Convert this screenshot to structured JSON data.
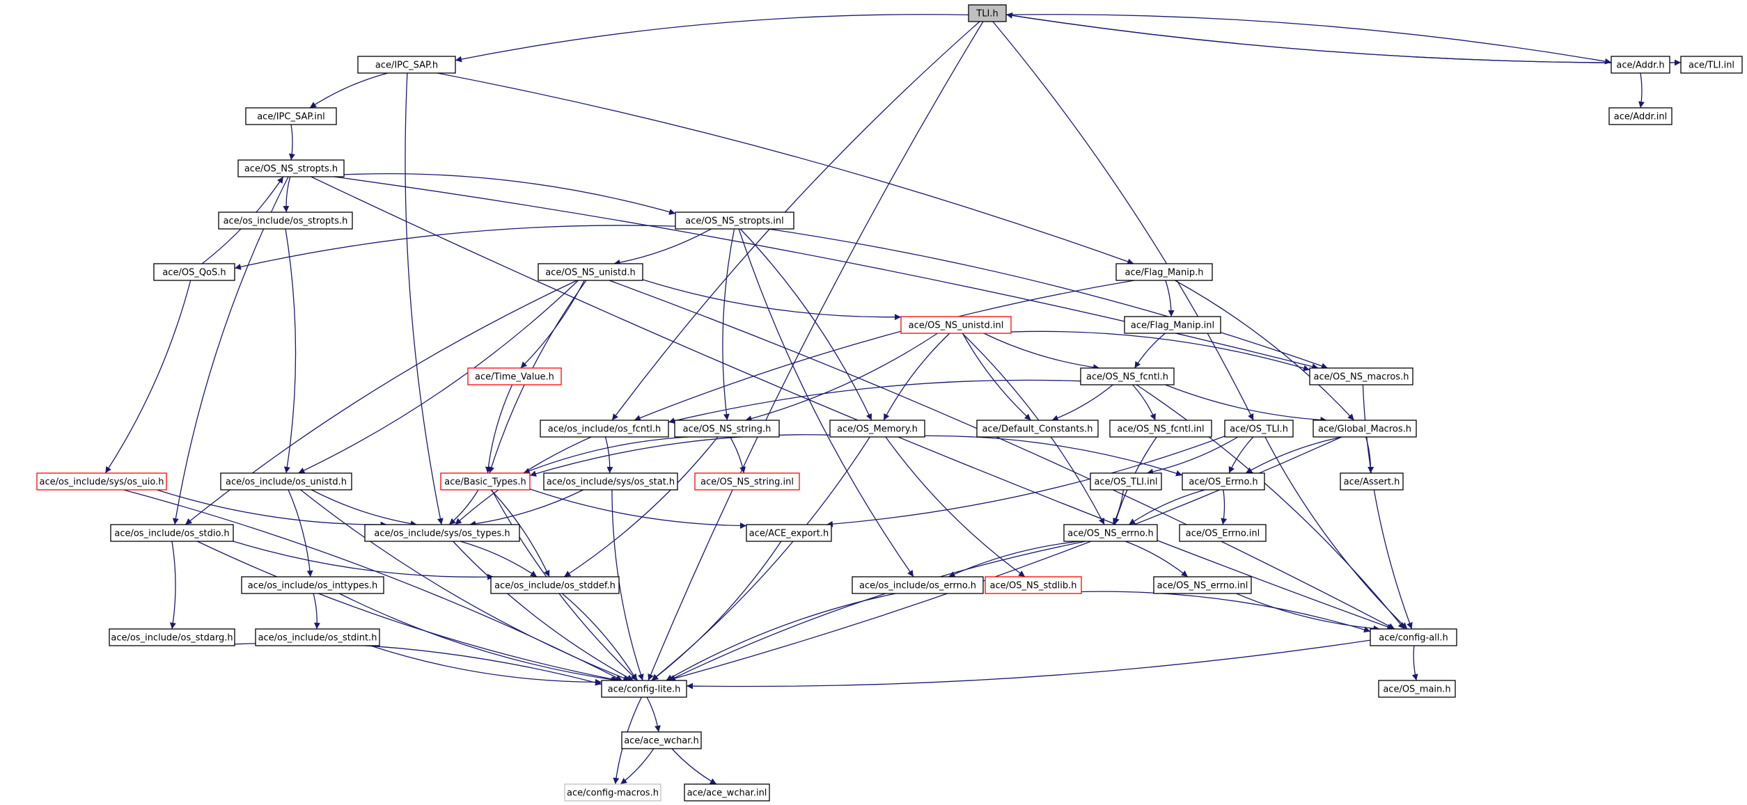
{
  "diagram": {
    "title": "TLI.h",
    "colors": {
      "edge": "#191970",
      "node_border": "#000000",
      "node_border_incomplete": "#ff0000",
      "node_border_missing": "#bfbfbf",
      "root_fill": "#bfbfbf",
      "node_fill": "#ffffff",
      "text": "#000000"
    },
    "nodes": [
      {
        "id": "tli_h",
        "label": "TLI.h",
        "style": "root"
      },
      {
        "id": "ipc_sap_h",
        "label": "ace/IPC_SAP.h",
        "style": "normal"
      },
      {
        "id": "addr_h",
        "label": "ace/Addr.h",
        "style": "normal"
      },
      {
        "id": "tli_inl",
        "label": "ace/TLI.inl",
        "style": "normal"
      },
      {
        "id": "ipc_sap_inl",
        "label": "ace/IPC_SAP.inl",
        "style": "normal"
      },
      {
        "id": "addr_inl",
        "label": "ace/Addr.inl",
        "style": "normal"
      },
      {
        "id": "os_ns_stropts_h",
        "label": "ace/OS_NS_stropts.h",
        "style": "normal"
      },
      {
        "id": "os_include_os_stropts_h",
        "label": "ace/os_include/os_stropts.h",
        "style": "normal"
      },
      {
        "id": "os_ns_stropts_inl",
        "label": "ace/OS_NS_stropts.inl",
        "style": "normal"
      },
      {
        "id": "os_qos_h",
        "label": "ace/OS_QoS.h",
        "style": "normal"
      },
      {
        "id": "os_ns_unistd_h",
        "label": "ace/OS_NS_unistd.h",
        "style": "normal"
      },
      {
        "id": "flag_manip_h",
        "label": "ace/Flag_Manip.h",
        "style": "normal"
      },
      {
        "id": "os_ns_unistd_inl",
        "label": "ace/OS_NS_unistd.inl",
        "style": "incomplete"
      },
      {
        "id": "flag_manip_inl",
        "label": "ace/Flag_Manip.inl",
        "style": "normal"
      },
      {
        "id": "time_value_h",
        "label": "ace/Time_Value.h",
        "style": "incomplete"
      },
      {
        "id": "os_ns_fcntl_h",
        "label": "ace/OS_NS_fcntl.h",
        "style": "normal"
      },
      {
        "id": "os_ns_macros_h",
        "label": "ace/OS_NS_macros.h",
        "style": "normal"
      },
      {
        "id": "os_include_os_fcntl_h",
        "label": "ace/os_include/os_fcntl.h",
        "style": "normal"
      },
      {
        "id": "os_ns_string_h",
        "label": "ace/OS_NS_string.h",
        "style": "normal"
      },
      {
        "id": "os_memory_h",
        "label": "ace/OS_Memory.h",
        "style": "normal"
      },
      {
        "id": "default_constants_h",
        "label": "ace/Default_Constants.h",
        "style": "normal"
      },
      {
        "id": "os_ns_fcntl_inl",
        "label": "ace/OS_NS_fcntl.inl",
        "style": "normal"
      },
      {
        "id": "os_tli_h",
        "label": "ace/OS_TLI.h",
        "style": "normal"
      },
      {
        "id": "global_macros_h",
        "label": "ace/Global_Macros.h",
        "style": "normal"
      },
      {
        "id": "os_include_sys_os_uio_h",
        "label": "ace/os_include/sys/os_uio.h",
        "style": "incomplete"
      },
      {
        "id": "os_include_os_unistd_h",
        "label": "ace/os_include/os_unistd.h",
        "style": "normal"
      },
      {
        "id": "basic_types_h",
        "label": "ace/Basic_Types.h",
        "style": "incomplete"
      },
      {
        "id": "os_include_sys_os_stat_h",
        "label": "ace/os_include/sys/os_stat.h",
        "style": "normal"
      },
      {
        "id": "os_ns_string_inl",
        "label": "ace/OS_NS_string.inl",
        "style": "incomplete"
      },
      {
        "id": "os_tli_inl",
        "label": "ace/OS_TLI.inl",
        "style": "normal"
      },
      {
        "id": "os_errno_h",
        "label": "ace/OS_Errno.h",
        "style": "normal"
      },
      {
        "id": "assert_h",
        "label": "ace/Assert.h",
        "style": "normal"
      },
      {
        "id": "os_include_os_stdio_h",
        "label": "ace/os_include/os_stdio.h",
        "style": "normal"
      },
      {
        "id": "os_include_sys_os_types_h",
        "label": "ace/os_include/sys/os_types.h",
        "style": "normal"
      },
      {
        "id": "ace_export_h",
        "label": "ace/ACE_export.h",
        "style": "normal"
      },
      {
        "id": "os_ns_errno_h",
        "label": "ace/OS_NS_errno.h",
        "style": "normal"
      },
      {
        "id": "os_errno_inl",
        "label": "ace/OS_Errno.inl",
        "style": "normal"
      },
      {
        "id": "os_include_os_inttypes_h",
        "label": "ace/os_include/os_inttypes.h",
        "style": "normal"
      },
      {
        "id": "os_include_os_stddef_h",
        "label": "ace/os_include/os_stddef.h",
        "style": "normal"
      },
      {
        "id": "os_include_os_errno_h",
        "label": "ace/os_include/os_errno.h",
        "style": "normal"
      },
      {
        "id": "os_ns_stdlib_h",
        "label": "ace/OS_NS_stdlib.h",
        "style": "incomplete"
      },
      {
        "id": "os_ns_errno_inl",
        "label": "ace/OS_NS_errno.inl",
        "style": "normal"
      },
      {
        "id": "os_include_os_stdarg_h",
        "label": "ace/os_include/os_stdarg.h",
        "style": "normal"
      },
      {
        "id": "os_include_os_stdint_h",
        "label": "ace/os_include/os_stdint.h",
        "style": "normal"
      },
      {
        "id": "config_all_h",
        "label": "ace/config-all.h",
        "style": "normal"
      },
      {
        "id": "config_lite_h",
        "label": "ace/config-lite.h",
        "style": "normal"
      },
      {
        "id": "os_main_h",
        "label": "ace/OS_main.h",
        "style": "normal"
      },
      {
        "id": "ace_wchar_h",
        "label": "ace/ace_wchar.h",
        "style": "normal"
      },
      {
        "id": "config_macros_h",
        "label": "ace/config-macros.h",
        "style": "missing"
      },
      {
        "id": "ace_wchar_inl",
        "label": "ace/ace_wchar.inl",
        "style": "normal"
      }
    ],
    "edges": [
      [
        "tli_h",
        "ipc_sap_h"
      ],
      [
        "tli_h",
        "addr_h"
      ],
      [
        "tli_h",
        "tli_inl"
      ],
      [
        "tli_inl",
        "tli_h"
      ],
      [
        "tli_h",
        "os_include_os_fcntl_h"
      ],
      [
        "tli_h",
        "os_tli_h"
      ],
      [
        "tli_h",
        "config_lite_h"
      ],
      [
        "addr_h",
        "addr_inl"
      ],
      [
        "ipc_sap_h",
        "ipc_sap_inl"
      ],
      [
        "ipc_sap_h",
        "flag_manip_h"
      ],
      [
        "ipc_sap_h",
        "os_include_sys_os_types_h"
      ],
      [
        "ipc_sap_inl",
        "os_ns_stropts_h"
      ],
      [
        "os_ns_stropts_h",
        "os_include_os_stropts_h"
      ],
      [
        "os_ns_stropts_h",
        "os_ns_stropts_inl"
      ],
      [
        "os_ns_stropts_h",
        "os_include_os_stdio_h"
      ],
      [
        "os_ns_stropts_h",
        "os_ns_macros_h"
      ],
      [
        "os_ns_stropts_h",
        "config_all_h"
      ],
      [
        "os_include_os_stropts_h",
        "os_include_os_unistd_h"
      ],
      [
        "os_qos_h",
        "os_ns_stropts_h"
      ],
      [
        "os_qos_h",
        "os_include_sys_os_uio_h"
      ],
      [
        "os_ns_stropts_inl",
        "os_qos_h"
      ],
      [
        "os_ns_stropts_inl",
        "os_ns_unistd_h"
      ],
      [
        "os_ns_stropts_inl",
        "os_ns_string_h"
      ],
      [
        "os_ns_stropts_inl",
        "os_memory_h"
      ],
      [
        "os_ns_stropts_inl",
        "os_include_os_errno_h"
      ],
      [
        "os_ns_stropts_inl",
        "os_ns_macros_h"
      ],
      [
        "os_ns_unistd_h",
        "os_ns_unistd_inl"
      ],
      [
        "os_ns_unistd_h",
        "time_value_h"
      ],
      [
        "os_ns_unistd_h",
        "basic_types_h"
      ],
      [
        "os_ns_unistd_h",
        "os_include_os_unistd_h"
      ],
      [
        "os_ns_unistd_h",
        "os_include_os_stdio_h"
      ],
      [
        "os_ns_unistd_h",
        "config_all_h"
      ],
      [
        "os_ns_unistd_inl",
        "os_ns_fcntl_h"
      ],
      [
        "os_ns_unistd_inl",
        "os_ns_macros_h"
      ],
      [
        "os_ns_unistd_inl",
        "default_constants_h"
      ],
      [
        "os_ns_unistd_inl",
        "os_ns_string_h"
      ],
      [
        "os_ns_unistd_inl",
        "os_memory_h"
      ],
      [
        "os_ns_unistd_inl",
        "os_ns_errno_h"
      ],
      [
        "time_value_h",
        "basic_types_h"
      ],
      [
        "flag_manip_h",
        "flag_manip_inl"
      ],
      [
        "flag_manip_h",
        "os_include_os_fcntl_h"
      ],
      [
        "flag_manip_h",
        "global_macros_h"
      ],
      [
        "flag_manip_inl",
        "os_ns_fcntl_h"
      ],
      [
        "os_ns_fcntl_h",
        "os_ns_fcntl_inl"
      ],
      [
        "os_ns_fcntl_h",
        "os_include_os_fcntl_h"
      ],
      [
        "os_ns_fcntl_h",
        "default_constants_h"
      ],
      [
        "os_ns_fcntl_h",
        "global_macros_h"
      ],
      [
        "os_ns_fcntl_h",
        "config_all_h"
      ],
      [
        "os_ns_macros_h",
        "config_all_h"
      ],
      [
        "os_include_os_fcntl_h",
        "os_include_sys_os_stat_h"
      ],
      [
        "os_include_os_fcntl_h",
        "os_include_sys_os_types_h"
      ],
      [
        "os_ns_string_h",
        "os_ns_string_inl"
      ],
      [
        "os_ns_string_h",
        "basic_types_h"
      ],
      [
        "os_ns_string_h",
        "os_include_os_stddef_h"
      ],
      [
        "os_memory_h",
        "basic_types_h"
      ],
      [
        "os_memory_h",
        "os_errno_h"
      ],
      [
        "os_memory_h",
        "os_ns_stdlib_h"
      ],
      [
        "os_memory_h",
        "config_lite_h"
      ],
      [
        "os_ns_fcntl_inl",
        "os_ns_errno_h"
      ],
      [
        "os_tli_h",
        "os_tli_inl"
      ],
      [
        "os_tli_h",
        "os_errno_h"
      ],
      [
        "os_tli_h",
        "ace_export_h"
      ],
      [
        "os_tli_h",
        "config_all_h"
      ],
      [
        "global_macros_h",
        "assert_h"
      ],
      [
        "global_macros_h",
        "os_errno_h"
      ],
      [
        "global_macros_h",
        "config_lite_h"
      ],
      [
        "os_include_sys_os_uio_h",
        "os_include_sys_os_types_h"
      ],
      [
        "os_include_sys_os_uio_h",
        "config_lite_h"
      ],
      [
        "os_include_os_unistd_h",
        "os_include_sys_os_types_h"
      ],
      [
        "os_include_os_unistd_h",
        "os_include_os_inttypes_h"
      ],
      [
        "os_include_os_unistd_h",
        "config_lite_h"
      ],
      [
        "basic_types_h",
        "os_include_sys_os_types_h"
      ],
      [
        "basic_types_h",
        "ace_export_h"
      ],
      [
        "basic_types_h",
        "os_include_os_stddef_h"
      ],
      [
        "basic_types_h",
        "config_lite_h"
      ],
      [
        "os_include_sys_os_stat_h",
        "os_include_sys_os_types_h"
      ],
      [
        "os_include_sys_os_stat_h",
        "config_lite_h"
      ],
      [
        "os_tli_inl",
        "os_ns_errno_h"
      ],
      [
        "os_errno_h",
        "os_ns_errno_h"
      ],
      [
        "os_errno_h",
        "os_errno_inl"
      ],
      [
        "os_include_os_stdio_h",
        "os_include_os_stddef_h"
      ],
      [
        "os_include_os_stdio_h",
        "os_include_os_stdarg_h"
      ],
      [
        "os_include_os_stdio_h",
        "config_lite_h"
      ],
      [
        "os_include_sys_os_types_h",
        "os_include_os_stddef_h"
      ],
      [
        "os_include_sys_os_types_h",
        "config_lite_h"
      ],
      [
        "ace_export_h",
        "config_lite_h"
      ],
      [
        "os_ns_errno_h",
        "os_include_os_errno_h"
      ],
      [
        "os_ns_errno_h",
        "os_ns_errno_inl"
      ],
      [
        "os_ns_errno_h",
        "config_lite_h"
      ],
      [
        "os_include_os_inttypes_h",
        "os_include_os_stdint_h"
      ],
      [
        "os_include_os_inttypes_h",
        "config_lite_h"
      ],
      [
        "os_include_os_stddef_h",
        "config_lite_h"
      ],
      [
        "os_include_os_errno_h",
        "config_lite_h"
      ],
      [
        "os_ns_stdlib_h",
        "config_all_h"
      ],
      [
        "os_ns_errno_inl",
        "config_all_h"
      ],
      [
        "os_include_os_stdarg_h",
        "config_lite_h"
      ],
      [
        "os_include_os_stdint_h",
        "config_lite_h"
      ],
      [
        "config_all_h",
        "config_lite_h"
      ],
      [
        "config_all_h",
        "os_main_h"
      ],
      [
        "config_lite_h",
        "ace_wchar_h"
      ],
      [
        "config_lite_h",
        "config_macros_h"
      ],
      [
        "ace_wchar_h",
        "config_macros_h"
      ],
      [
        "ace_wchar_h",
        "ace_wchar_inl"
      ]
    ]
  }
}
